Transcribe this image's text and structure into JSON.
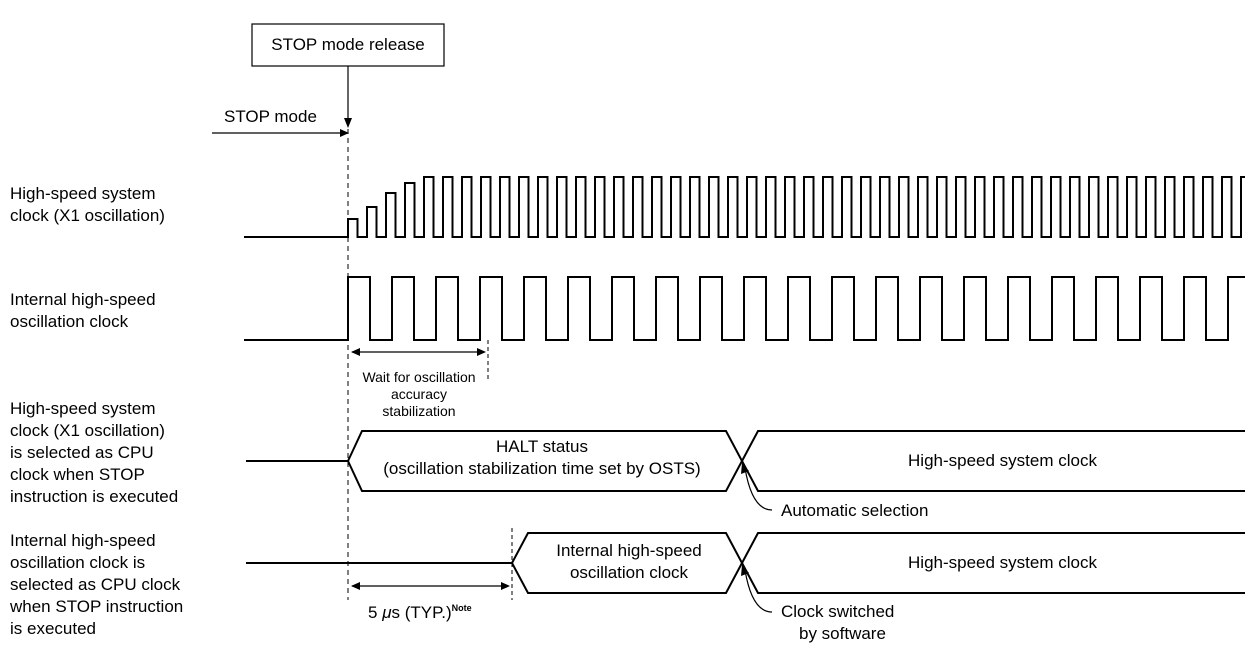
{
  "release_box": "STOP mode release",
  "stop_mode": "STOP mode",
  "signals": {
    "x1_clock": [
      "High-speed system",
      "clock (X1 oscillation)"
    ],
    "internal_clock": [
      "Internal high-speed",
      "oscillation clock"
    ],
    "cpu_x1": [
      "High-speed system",
      "clock (X1 oscillation)",
      "is selected as CPU",
      "clock when STOP",
      "instruction is executed"
    ],
    "cpu_internal": [
      "Internal high-speed",
      "oscillation clock is",
      "selected as CPU clock",
      "when STOP instruction",
      "is executed"
    ]
  },
  "wait_label": [
    "Wait for oscillation",
    "accuracy",
    "stabilization"
  ],
  "halt": {
    "line1": "HALT status",
    "line2": "(oscillation stabilization time set by OSTS)"
  },
  "high_speed_system_clock": "High-speed system clock",
  "internal_state": [
    "Internal high-speed",
    "oscillation clock"
  ],
  "automatic_selection": "Automatic selection",
  "clock_switched": [
    "Clock switched",
    "by software"
  ],
  "time_value": "5 ",
  "mu": "μ",
  "time_unit": "s (TYP.)",
  "note": "Note"
}
